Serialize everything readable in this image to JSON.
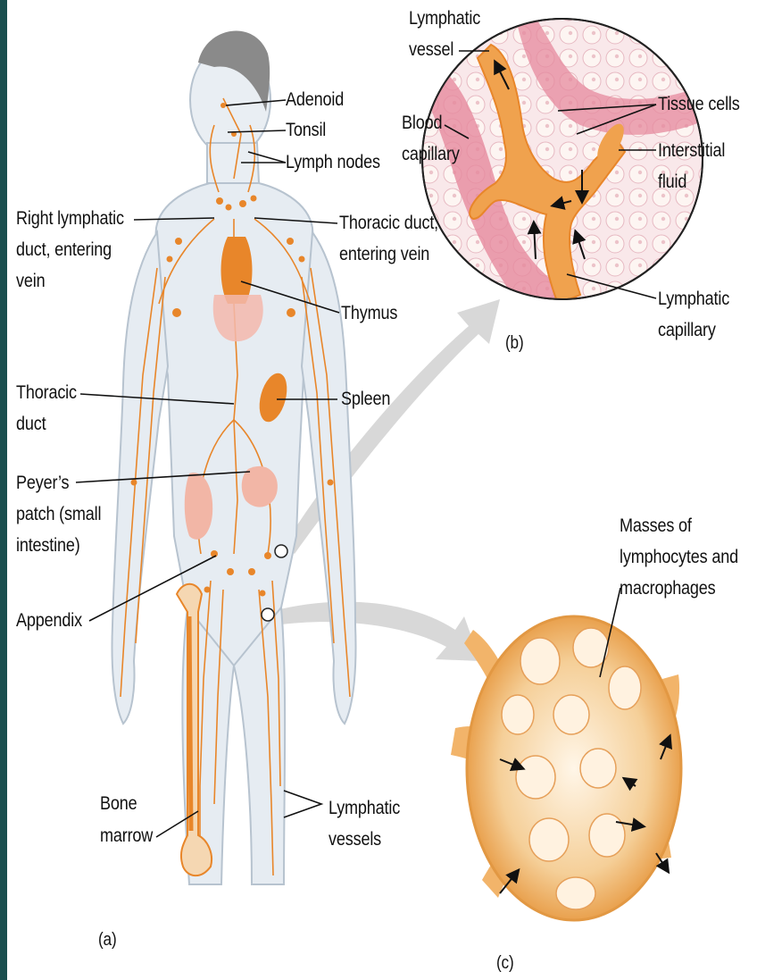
{
  "colors": {
    "lymph_orange": "#e8862a",
    "lymph_light": "#f2b46a",
    "body_fill": "#e6ecf2",
    "body_outline": "#b7c3cf",
    "blood_pink": "#e6899e",
    "node_cream": "#f7e1c3",
    "arrow_gray": "#d6d6d6",
    "frame_teal": "#1a4f4f"
  },
  "panel_a": {
    "letter": "(a)",
    "labels": {
      "adenoid": "Adenoid",
      "tonsil": "Tonsil",
      "lymph_nodes": "Lymph nodes",
      "right_duct": [
        "Right lymphatic",
        "duct, entering",
        "vein"
      ],
      "thoracic_duct_vein": [
        "Thoracic duct,",
        "entering vein"
      ],
      "thymus": "Thymus",
      "thoracic_duct": [
        "Thoracic",
        "duct"
      ],
      "spleen": "Spleen",
      "peyers": [
        "Peyer’s",
        "patch (small",
        "intestine)"
      ],
      "appendix": "Appendix",
      "bone_marrow": [
        "Bone",
        "marrow"
      ],
      "lymphatic_vessels": [
        "Lymphatic",
        "vessels"
      ]
    }
  },
  "panel_b": {
    "letter": "(b)",
    "labels": {
      "lymphatic_vessel": [
        "Lymphatic",
        "vessel"
      ],
      "blood_capillary": [
        "Blood",
        "capillary"
      ],
      "tissue_cells": "Tissue cells",
      "interstitial_fluid": [
        "Interstitial",
        "fluid"
      ],
      "lymphatic_capillary": [
        "Lymphatic",
        "capillary"
      ]
    }
  },
  "panel_c": {
    "letter": "(c)",
    "labels": {
      "masses": [
        "Masses of",
        "lymphocytes and",
        "macrophages"
      ]
    }
  }
}
